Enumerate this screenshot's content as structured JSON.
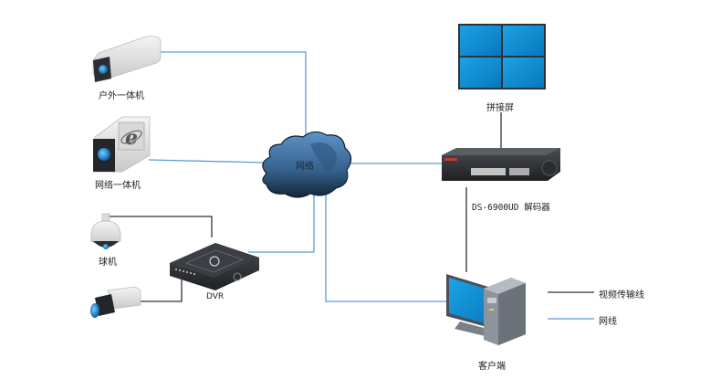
{
  "diagram": {
    "nodes": {
      "outdoor_camera": {
        "label": "户外一体机",
        "icon": "outdoor-bullet-camera-icon"
      },
      "network_camera": {
        "label": "网络一体机",
        "icon": "ie-network-camera-icon"
      },
      "cloud": {
        "label": "网络",
        "icon": "cloud-icon"
      },
      "video_wall": {
        "label": "拼接屏",
        "icon": "video-wall-icon"
      },
      "decoder": {
        "label": "DS-6900UD  解码器",
        "icon": "decoder-rack-icon"
      },
      "dome_camera": {
        "label": "球机",
        "icon": "dome-camera-icon"
      },
      "box_camera": {
        "label": "",
        "icon": "box-camera-icon"
      },
      "dvr": {
        "label": "DVR",
        "icon": "dvr-icon"
      },
      "client": {
        "label": "客户端",
        "icon": "client-pc-icon"
      }
    },
    "connections": [
      {
        "from": "outdoor_camera",
        "to": "cloud",
        "type": "network"
      },
      {
        "from": "network_camera",
        "to": "cloud",
        "type": "network"
      },
      {
        "from": "cloud",
        "to": "decoder",
        "type": "network"
      },
      {
        "from": "dvr",
        "to": "cloud",
        "type": "network"
      },
      {
        "from": "cloud",
        "to": "client",
        "type": "network"
      },
      {
        "from": "video_wall",
        "to": "decoder",
        "type": "video"
      },
      {
        "from": "decoder",
        "to": "client",
        "type": "video"
      },
      {
        "from": "dome_camera",
        "to": "dvr",
        "type": "video"
      },
      {
        "from": "box_camera",
        "to": "dvr",
        "type": "video"
      }
    ],
    "legend": [
      {
        "label": "视频传输线",
        "type": "video",
        "color": "#333333"
      },
      {
        "label": "网线",
        "type": "network",
        "color": "#5b9bd5"
      }
    ],
    "colors": {
      "network_line": "#5b9bd5",
      "video_line": "#333333",
      "screen_blue": "#0a8fd8",
      "cloud_blue": "#3e6f9e"
    }
  }
}
